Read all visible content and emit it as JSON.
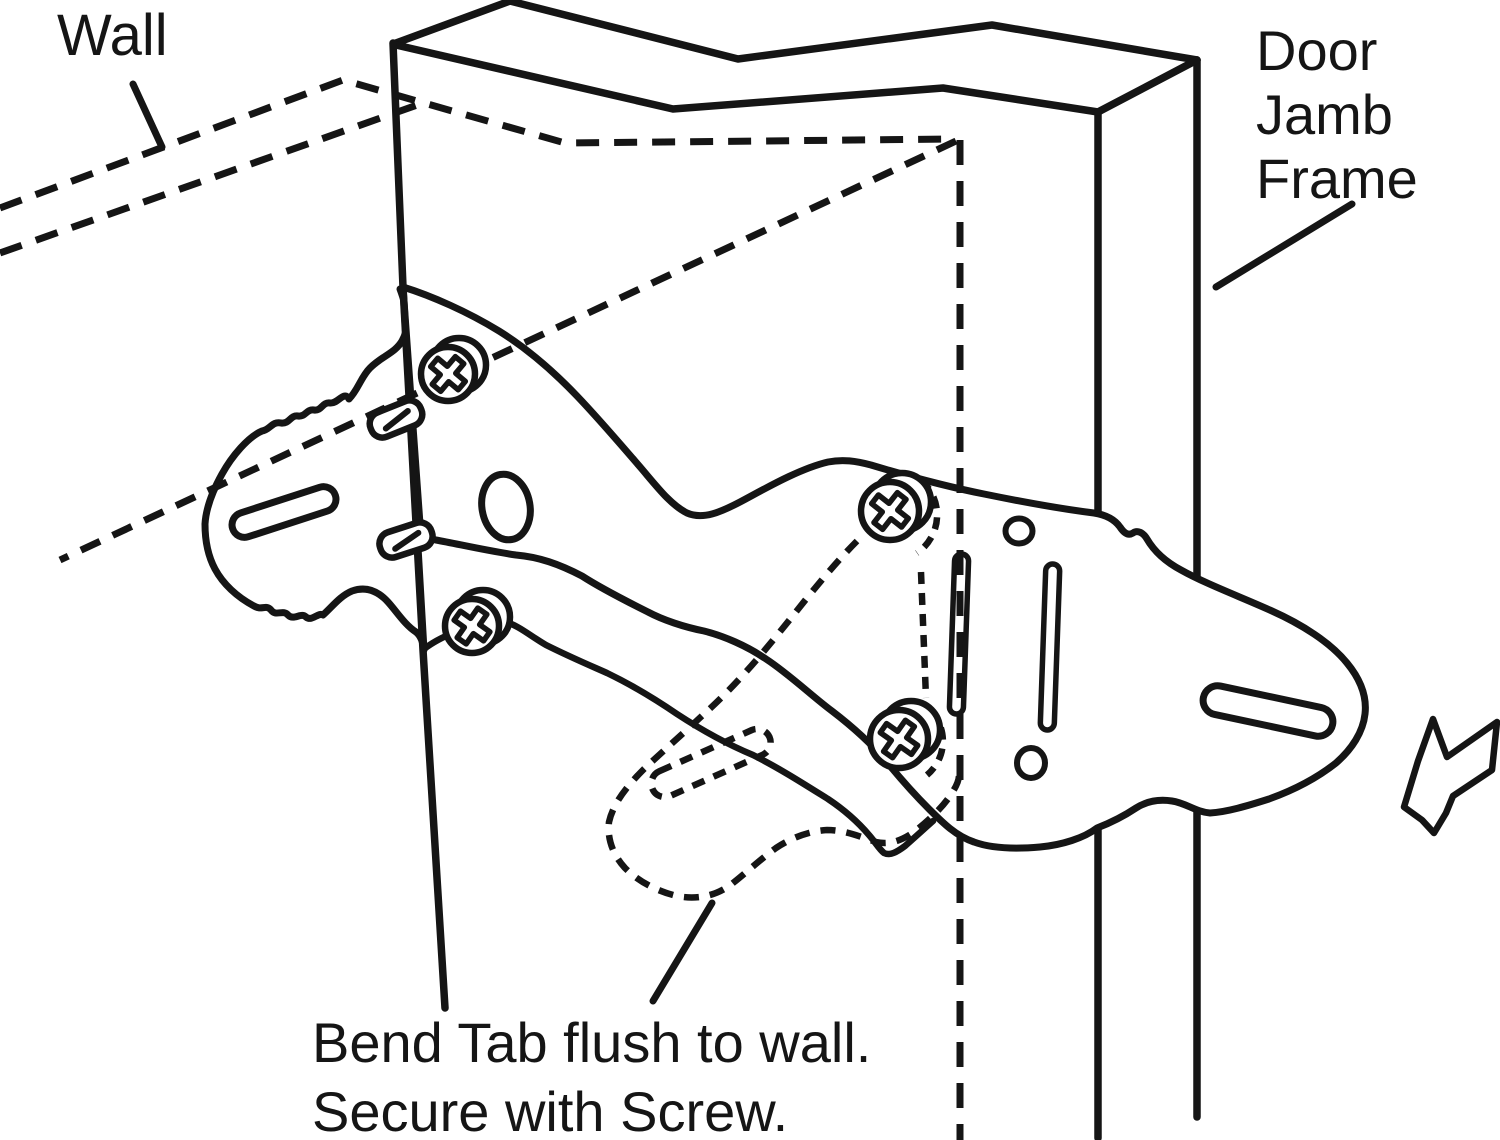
{
  "colors": {
    "ink": "#151515",
    "background": "#ffffff"
  },
  "labels": {
    "wall": "Wall",
    "door_jamb": {
      "line1": "Door",
      "line2": "Jamb",
      "line3": "Frame"
    },
    "bend_note": {
      "line1": "Bend Tab flush to wall.",
      "line2": "Secure with Screw."
    }
  },
  "icons": {
    "screw": "phillips-pan-head-screw",
    "direction_arrow": "outline-arrow-pointing-lower-left"
  },
  "legend": {
    "dashed_meaning": "hidden wall plane / unbent tab position",
    "solid_meaning": "door jamb frame and mounted bracket"
  }
}
